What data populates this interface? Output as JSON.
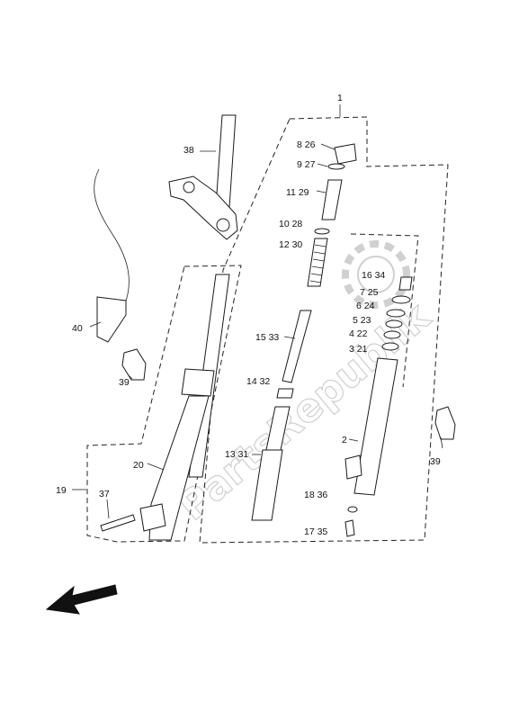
{
  "watermark": "PartsRepublik",
  "labels": {
    "l1": "1",
    "l38": "38",
    "l8_26": "8 26",
    "l9_27": "9  27",
    "l11_29": "11  29",
    "l10_28": "10 28",
    "l12_30": "12 30",
    "l16_34": "16 34",
    "l7_25": "7  25",
    "l6_24": "6  24",
    "l5_23": "5  23",
    "l4_22": "4  22",
    "l3_21": "3  21",
    "l15_33": "15 33",
    "l14_32": "14 32",
    "l2": "2",
    "l13_31": "13 31",
    "l39_left": "39",
    "l39_right": "39",
    "l40": "40",
    "l20": "20",
    "l19": "19",
    "l37": "37",
    "l18_36": "18 36",
    "l17_35": "17 35"
  },
  "icons": {
    "direction_arrow": "arrow-front-left-icon"
  }
}
